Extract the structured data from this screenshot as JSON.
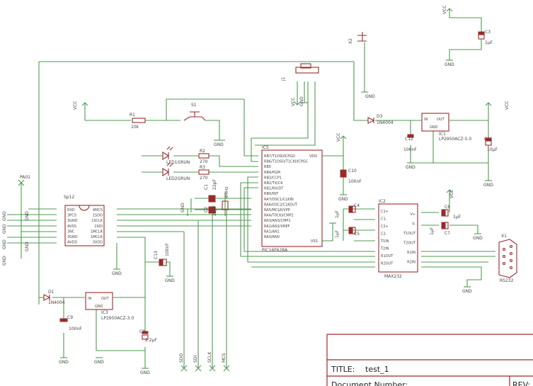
{
  "title_block": {
    "title_label": "TITLE:",
    "title_value": "test_1",
    "doc_label": "Document Number:",
    "rev_label": "REV:"
  },
  "power": {
    "vcc": "VCC",
    "gnd": "GND"
  },
  "parts": {
    "ic3": "IC3",
    "ic3_val": "LP2950ACZ-3.0",
    "ic1": "IC1",
    "ic1_val": "LP2950ACZ-5.0",
    "ic5": "IC5",
    "ic5_val": "PIC16F628A",
    "ic2": "IC2",
    "ic2_val": "MAX232",
    "sp12": "Sp12",
    "x1": "X1",
    "x1_val": "RS232",
    "x2": "X2",
    "j1": "J1",
    "s1": "S1",
    "r1": "R1",
    "r1_val": "10k",
    "r2": "R2",
    "r2_val": "270",
    "r3": "R3",
    "r3_val": "270",
    "led1": "LED1GRUN",
    "led2": "LED2GRUN",
    "d1": "D1",
    "d1_val": "1N4004",
    "d3": "D3",
    "d3_val": "1N4004",
    "c1": "C1",
    "c1_val": "22pF",
    "c2": "C2",
    "c2_val": "22pF",
    "q1": "4MHz",
    "c3": "C3",
    "c3_val": "1µF",
    "c8": "C8",
    "c8_val": "2.2µF",
    "c9": "C9",
    "c9_val": "100nF",
    "c10": "C10",
    "c10_val": "100nF",
    "c11": "C11",
    "c11_val": "10µF",
    "c12": "C12",
    "c12_val": "100nF",
    "c13": "C13",
    "c13_val": "100nF",
    "c4": "C4",
    "c4_val": "1µF",
    "c5": "C5",
    "c5_val": "1µF",
    "c6": "C6",
    "c6_val": "1µF",
    "c7": "C7",
    "c7_val": "1µF",
    "pa01": "PA01"
  },
  "ic5_pins_left": [
    "RB7/T1OSI/ICPGD",
    "RB6/T1OSO/T1CKI/ICPGC",
    "RB5",
    "RB4/PGM",
    "RB3/CCP1",
    "RB2/TX/CK",
    "RB1/RX/DT",
    "RB0/INT",
    "RA7/OSC1/CLKIN",
    "RA6/OSC2/CLKOUT",
    "RA5/MCLR/VPP",
    "RA4/T0CKI/CMP2",
    "RA3/AN3/CMP1",
    "RA2/AN2/VREF",
    "RA1/AN1",
    "RA0/AN0"
  ],
  "ic5_vdd": "VDD",
  "ic5_vss": "VSS",
  "sp12_pins_left": [
    "RXD",
    "3PCS",
    "3GND",
    "AVSS",
    "3NC",
    "3GND",
    "AVDD"
  ],
  "sp12_pins_right": [
    "4MCS",
    "1SDO",
    "1SCLK",
    "1SDI",
    "1MCLR",
    "1MCLK",
    "3VDD"
  ],
  "ic2_pins_left": [
    "C1+",
    "C1-",
    "C2+",
    "C2-",
    "T1IN",
    "T2IN",
    "R1OUT",
    "R2OUT"
  ],
  "ic2_pins_right": [
    "V+",
    "V-",
    "T1OUT",
    "T2OUT",
    "R1IN",
    "R2IN"
  ],
  "ic_common": {
    "in": "IN",
    "out": "OUT",
    "gnd": "GND"
  },
  "bottom_nets": [
    "SDO",
    "SDI",
    "SCLK",
    "MCS"
  ]
}
